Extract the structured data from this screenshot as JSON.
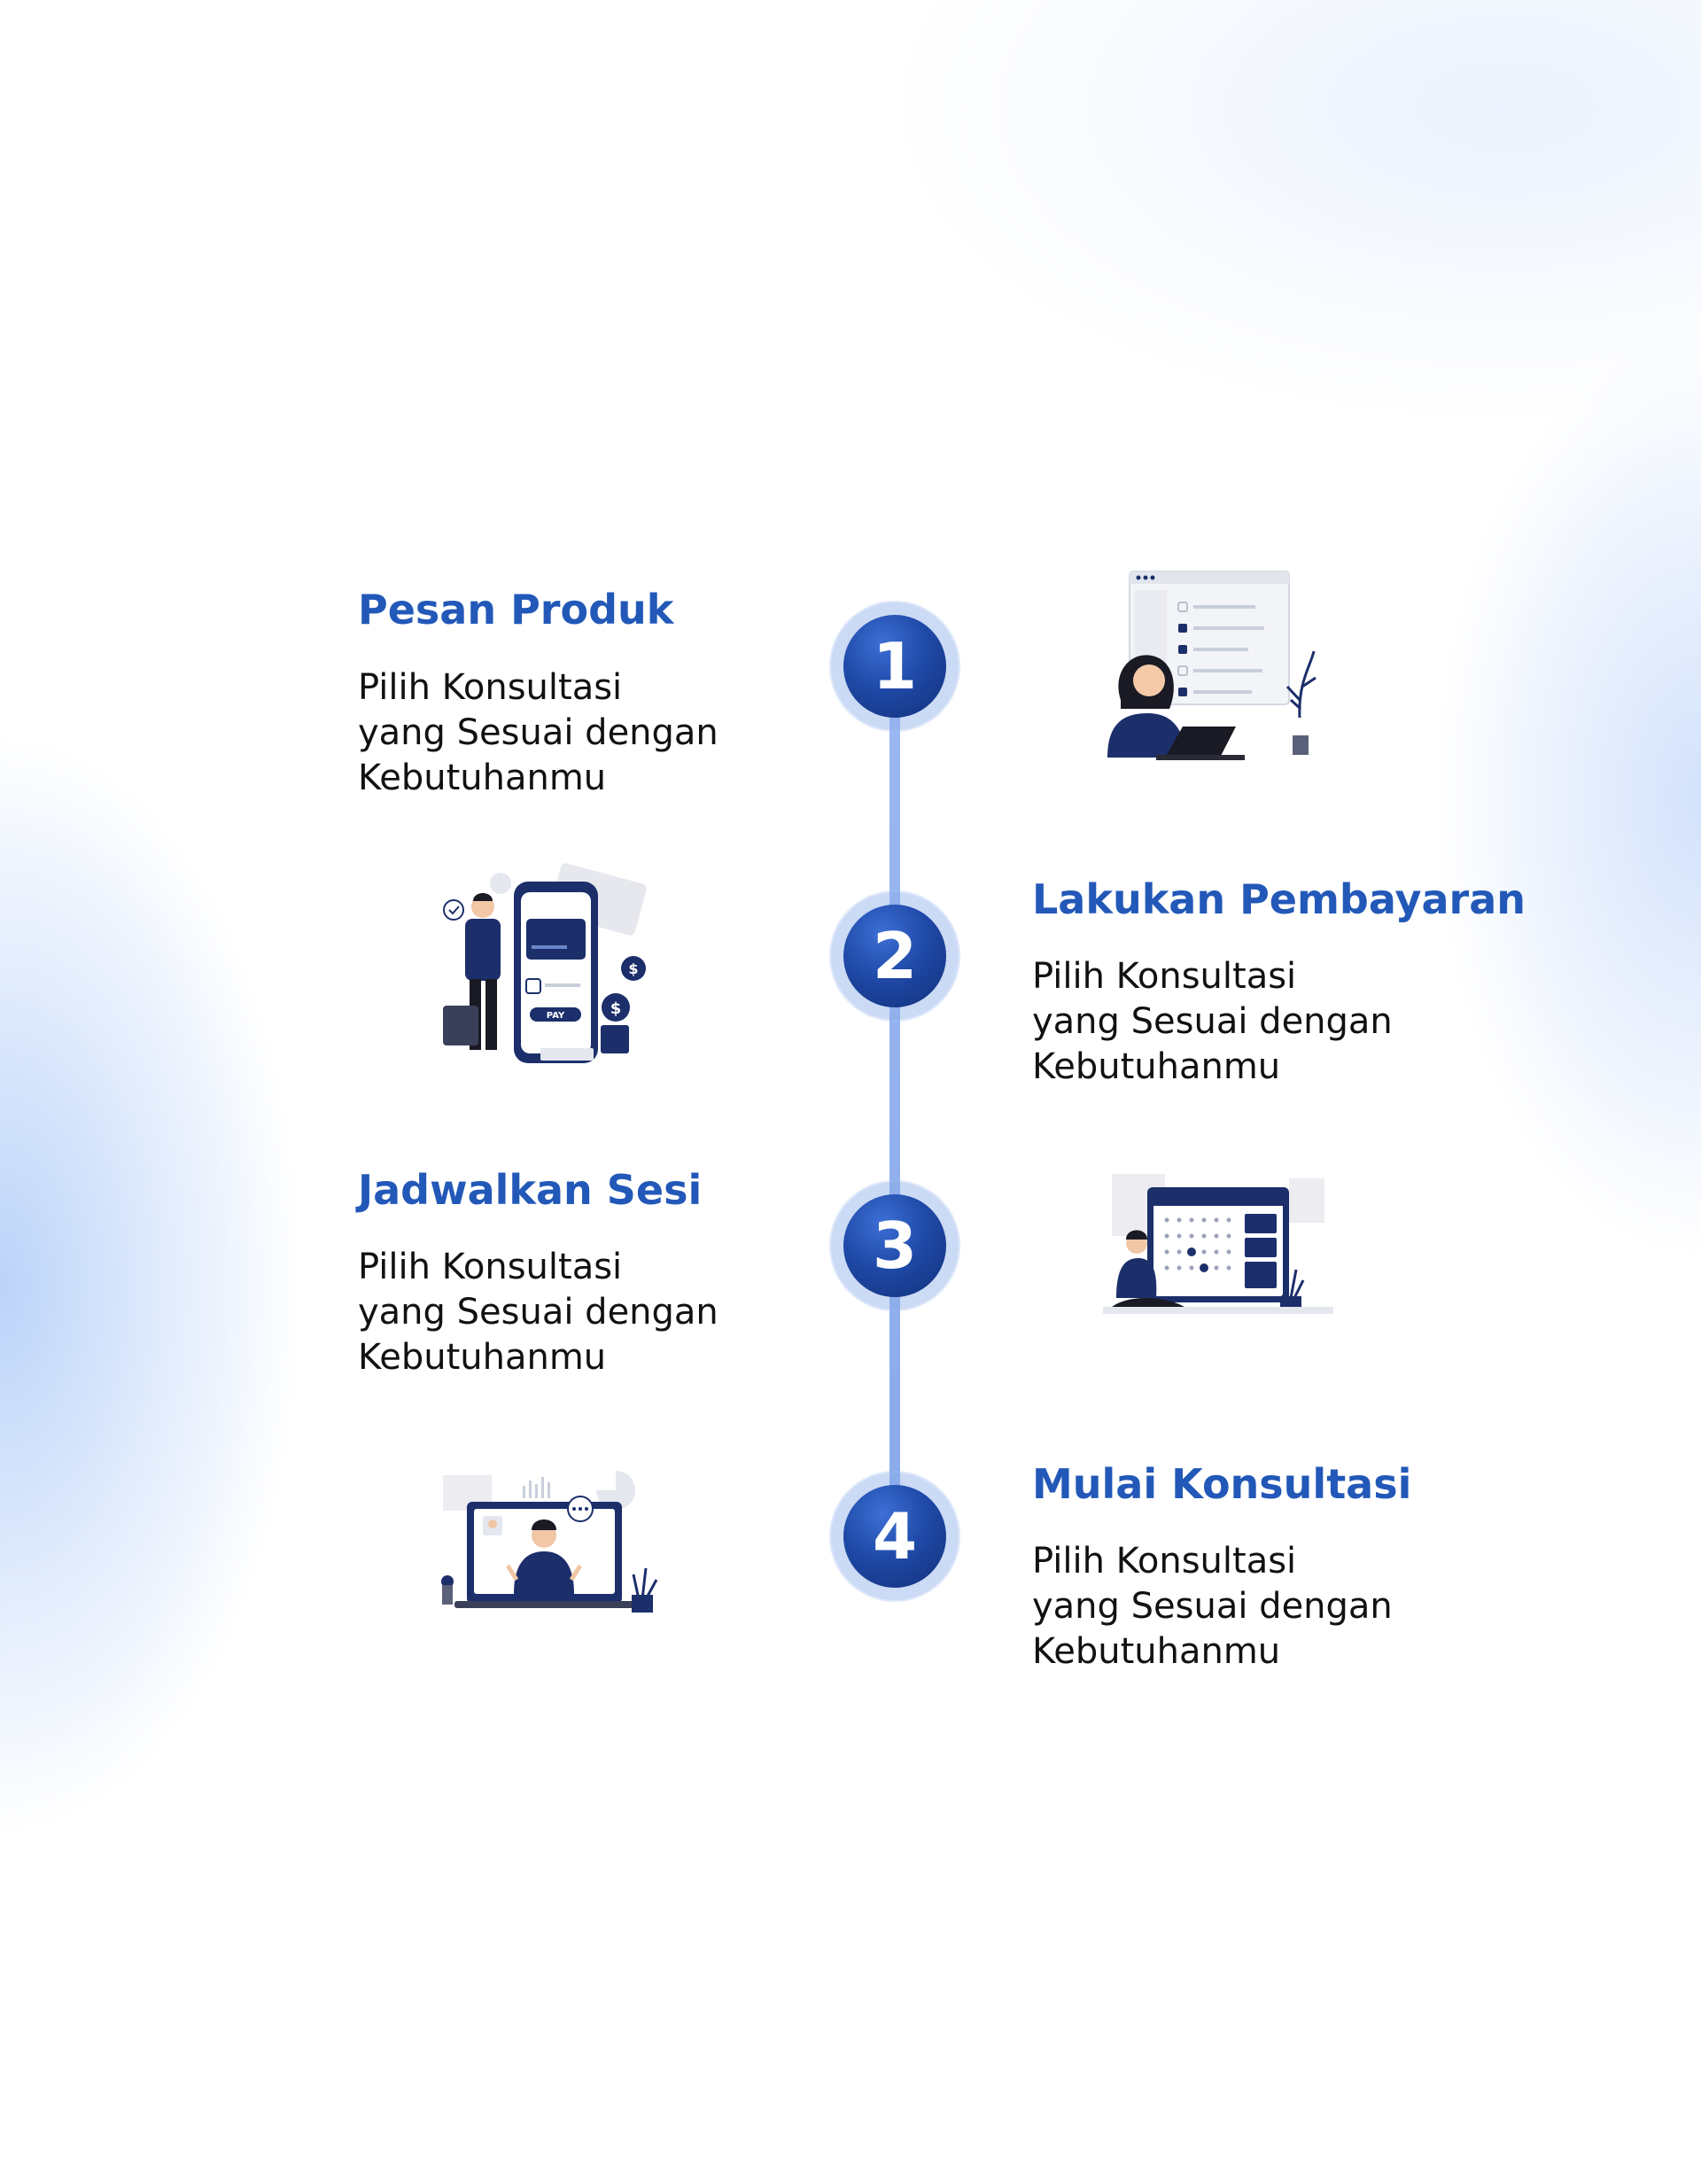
{
  "steps": [
    {
      "number": "1",
      "title": "Pesan Produk",
      "description": "Pilih Konsultasi\nyang Sesuai dengan\nKebutuhanmu",
      "illustration": "woman-laptop-checklist-illustration"
    },
    {
      "number": "2",
      "title": "Lakukan Pembayaran",
      "description": "Pilih Konsultasi\nyang Sesuai dengan\nKebutuhanmu",
      "illustration": "man-phone-payment-illustration",
      "pay_label": "PAY"
    },
    {
      "number": "3",
      "title": "Jadwalkan Sesi",
      "description": "Pilih Konsultasi\nyang Sesuai dengan\nKebutuhanmu",
      "illustration": "woman-calendar-schedule-illustration"
    },
    {
      "number": "4",
      "title": "Mulai Konsultasi",
      "description": "Pilih Konsultasi\nyang Sesuai dengan\nKebutuhanmu",
      "illustration": "man-video-call-illustration"
    }
  ],
  "colors": {
    "title": "#2258b8",
    "circle_dark": "#12307a",
    "circle_light": "#3d6fd6",
    "timeline": "#9ab8f2",
    "illustration_navy": "#1c2f6b",
    "illustration_gray": "#e4e7ee"
  }
}
